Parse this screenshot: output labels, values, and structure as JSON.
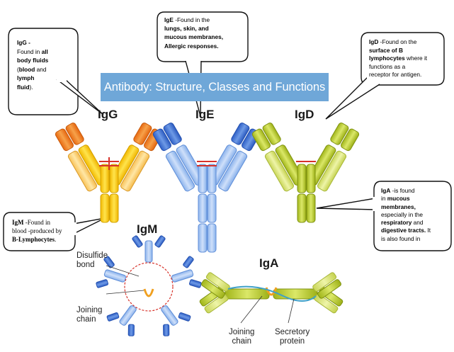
{
  "title": "Antibody: Structure, Classes and Functions",
  "colors": {
    "igg_orange": "#f07e24",
    "igg_yellow": "#ffd21f",
    "ige_blue": "#3f72d3",
    "ige_light": "#9fc3f2",
    "igd_green": "#b6c92a",
    "igd_light": "#d6e271",
    "disulfide": "#d7322a",
    "banner": "#6fa7d8"
  },
  "classes": {
    "igg": "IgG",
    "ige": "IgE",
    "igd": "IgD",
    "igm": "IgM",
    "iga": "IgA"
  },
  "callouts": {
    "igg": {
      "l1": "IgG -",
      "l2a": "Found in",
      "l2b": " all",
      "l3": "body fluids",
      "l4a": "(",
      "l4b": "blood",
      "l4c": " and",
      "l5": "lymph",
      "l6": "fluid",
      "l6b": ")."
    },
    "ige": {
      "l1a": "IgE",
      "l1b": " -Found in the",
      "l2": "lungs, skin, and",
      "l3": "mucous membranes,",
      "l4": "Allergic responses."
    },
    "igd": {
      "l1a": "IgD",
      "l1b": " -Found on the",
      "l2": "surface of B",
      "l3a": "lymphocytes",
      "l3b": " where it",
      "l4": "functions as a",
      "l5": "receptor for antigen."
    },
    "igm": {
      "l1a": "IgM",
      "l1b": " -Found in",
      "l2": "blood -produced by",
      "l3a": "B-Lymphocytes",
      "l3b": "."
    },
    "iga": {
      "l1a": "IgA",
      "l1b": " -is found",
      "l2a": "in ",
      "l2b": "mucous",
      "l3": "membranes,",
      "l4": "especially in the",
      "l5a": "respiratory",
      "l5b": " and",
      "l6a": "digestive tracts.",
      "l6b": " It",
      "l7": "is also found in"
    }
  },
  "annotations": {
    "disulfide": "Disulfide\nbond",
    "disulfide_l1": "Disulfide",
    "disulfide_l2": "bond",
    "joining_l1": "Joining",
    "joining_l2": "chain",
    "iga_join_l1": "Joining",
    "iga_join_l2": "chain",
    "secretory_l1": "Secretory",
    "secretory_l2": "protein"
  }
}
